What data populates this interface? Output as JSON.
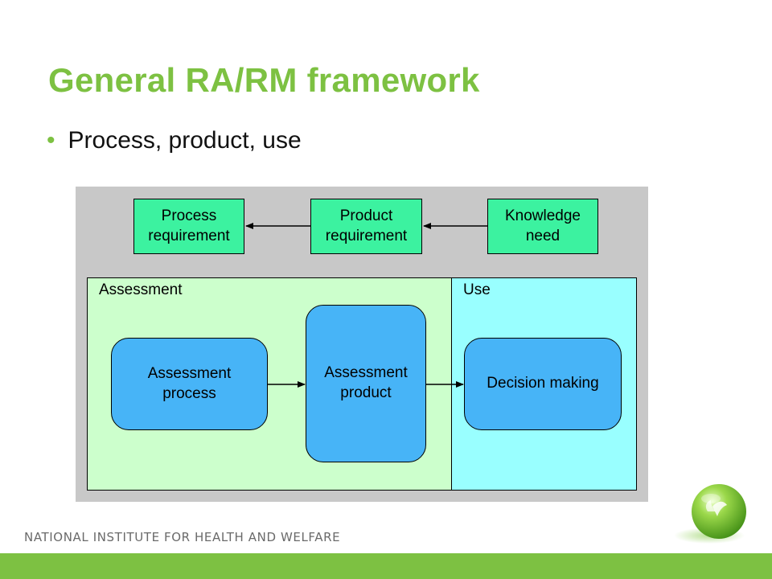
{
  "slide": {
    "title": "General RA/RM framework",
    "bullet": "Process, product, use"
  },
  "diagram": {
    "boxes": {
      "process_requirement": "Process\nrequirement",
      "product_requirement": "Product\nrequirement",
      "knowledge_need": "Knowledge\nneed",
      "assessment_process": "Assessment\nprocess",
      "assessment_product": "Assessment\nproduct",
      "decision_making": "Decision making"
    },
    "regions": {
      "assessment": "Assessment",
      "use": "Use"
    },
    "colors": {
      "background": "#c8c8c8",
      "requirement_box": "#3cf2a0",
      "process_box": "#47b4f7",
      "assessment_region": "#ccffcc",
      "use_region": "#99ffff"
    }
  },
  "footer": {
    "org": "NATIONAL INSTITUTE FOR HEALTH AND WELFARE",
    "accent": "#7dc142"
  },
  "logo": {
    "icon": "green-sphere-leaf-icon"
  }
}
